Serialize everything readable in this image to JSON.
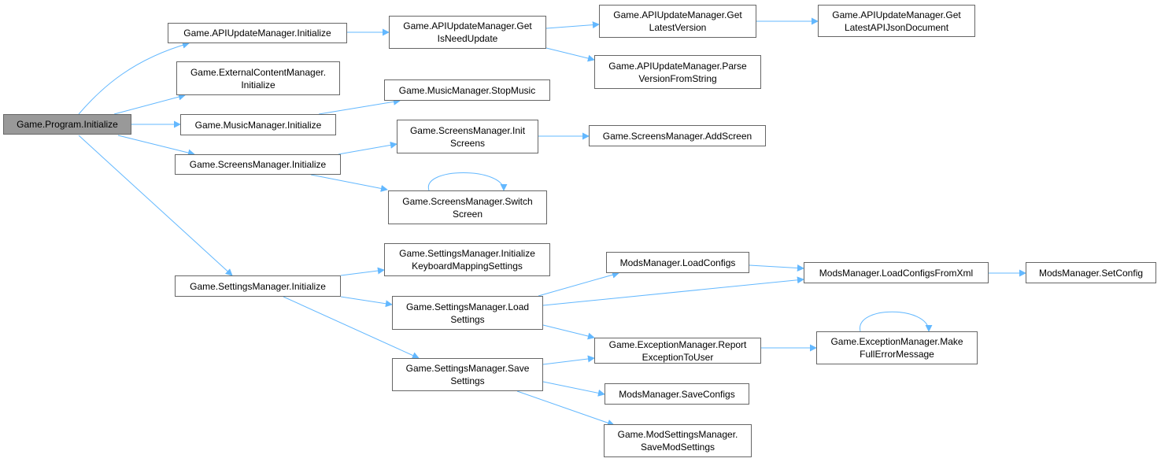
{
  "nodes": [
    {
      "id": "program",
      "label": "Game.Program.Initialize",
      "highlighted": true
    },
    {
      "id": "api_init",
      "label": "Game.APIUpdateManager.Initialize"
    },
    {
      "id": "ext_init",
      "label": "Game.ExternalContentManager.\nInitialize"
    },
    {
      "id": "music_init",
      "label": "Game.MusicManager.Initialize"
    },
    {
      "id": "screens_init",
      "label": "Game.ScreensManager.Initialize"
    },
    {
      "id": "settings_init",
      "label": "Game.SettingsManager.Initialize"
    },
    {
      "id": "get_need_update",
      "label": "Game.APIUpdateManager.Get\nIsNeedUpdate"
    },
    {
      "id": "stop_music",
      "label": "Game.MusicManager.StopMusic"
    },
    {
      "id": "init_screens",
      "label": "Game.ScreensManager.Init\nScreens"
    },
    {
      "id": "switch_screen",
      "label": "Game.ScreensManager.Switch\nScreen"
    },
    {
      "id": "init_keyboard",
      "label": "Game.SettingsManager.Initialize\nKeyboardMappingSettings"
    },
    {
      "id": "load_settings",
      "label": "Game.SettingsManager.Load\nSettings"
    },
    {
      "id": "save_settings",
      "label": "Game.SettingsManager.Save\nSettings"
    },
    {
      "id": "get_latest_version",
      "label": "Game.APIUpdateManager.Get\nLatestVersion"
    },
    {
      "id": "parse_version",
      "label": "Game.APIUpdateManager.Parse\nVersionFromString"
    },
    {
      "id": "add_screen",
      "label": "Game.ScreensManager.AddScreen"
    },
    {
      "id": "load_configs",
      "label": "ModsManager.LoadConfigs"
    },
    {
      "id": "report_exception",
      "label": "Game.ExceptionManager.Report\nExceptionToUser"
    },
    {
      "id": "save_configs",
      "label": "ModsManager.SaveConfigs"
    },
    {
      "id": "save_mod_settings",
      "label": "Game.ModSettingsManager.\nSaveModSettings"
    },
    {
      "id": "get_latest_json",
      "label": "Game.APIUpdateManager.Get\nLatestAPIJsonDocument"
    },
    {
      "id": "load_configs_xml",
      "label": "ModsManager.LoadConfigsFromXml"
    },
    {
      "id": "make_full_error",
      "label": "Game.ExceptionManager.Make\nFullErrorMessage"
    },
    {
      "id": "set_config",
      "label": "ModsManager.SetConfig"
    }
  ],
  "edges": [
    [
      "program",
      "api_init"
    ],
    [
      "program",
      "ext_init"
    ],
    [
      "program",
      "music_init"
    ],
    [
      "program",
      "screens_init"
    ],
    [
      "program",
      "settings_init"
    ],
    [
      "api_init",
      "get_need_update"
    ],
    [
      "music_init",
      "stop_music"
    ],
    [
      "screens_init",
      "init_screens"
    ],
    [
      "screens_init",
      "switch_screen"
    ],
    [
      "switch_screen",
      "switch_screen"
    ],
    [
      "get_need_update",
      "get_latest_version"
    ],
    [
      "get_need_update",
      "parse_version"
    ],
    [
      "init_screens",
      "add_screen"
    ],
    [
      "settings_init",
      "init_keyboard"
    ],
    [
      "settings_init",
      "load_settings"
    ],
    [
      "settings_init",
      "save_settings"
    ],
    [
      "load_settings",
      "load_configs"
    ],
    [
      "load_settings",
      "load_configs_xml"
    ],
    [
      "load_settings",
      "report_exception"
    ],
    [
      "save_settings",
      "report_exception"
    ],
    [
      "save_settings",
      "save_configs"
    ],
    [
      "save_settings",
      "save_mod_settings"
    ],
    [
      "load_configs",
      "load_configs_xml"
    ],
    [
      "report_exception",
      "make_full_error"
    ],
    [
      "make_full_error",
      "make_full_error"
    ],
    [
      "load_configs_xml",
      "set_config"
    ],
    [
      "get_latest_version",
      "get_latest_json"
    ]
  ],
  "colors": {
    "edge": "#63b8ff",
    "root_fill": "#999999",
    "border": "#666666"
  }
}
